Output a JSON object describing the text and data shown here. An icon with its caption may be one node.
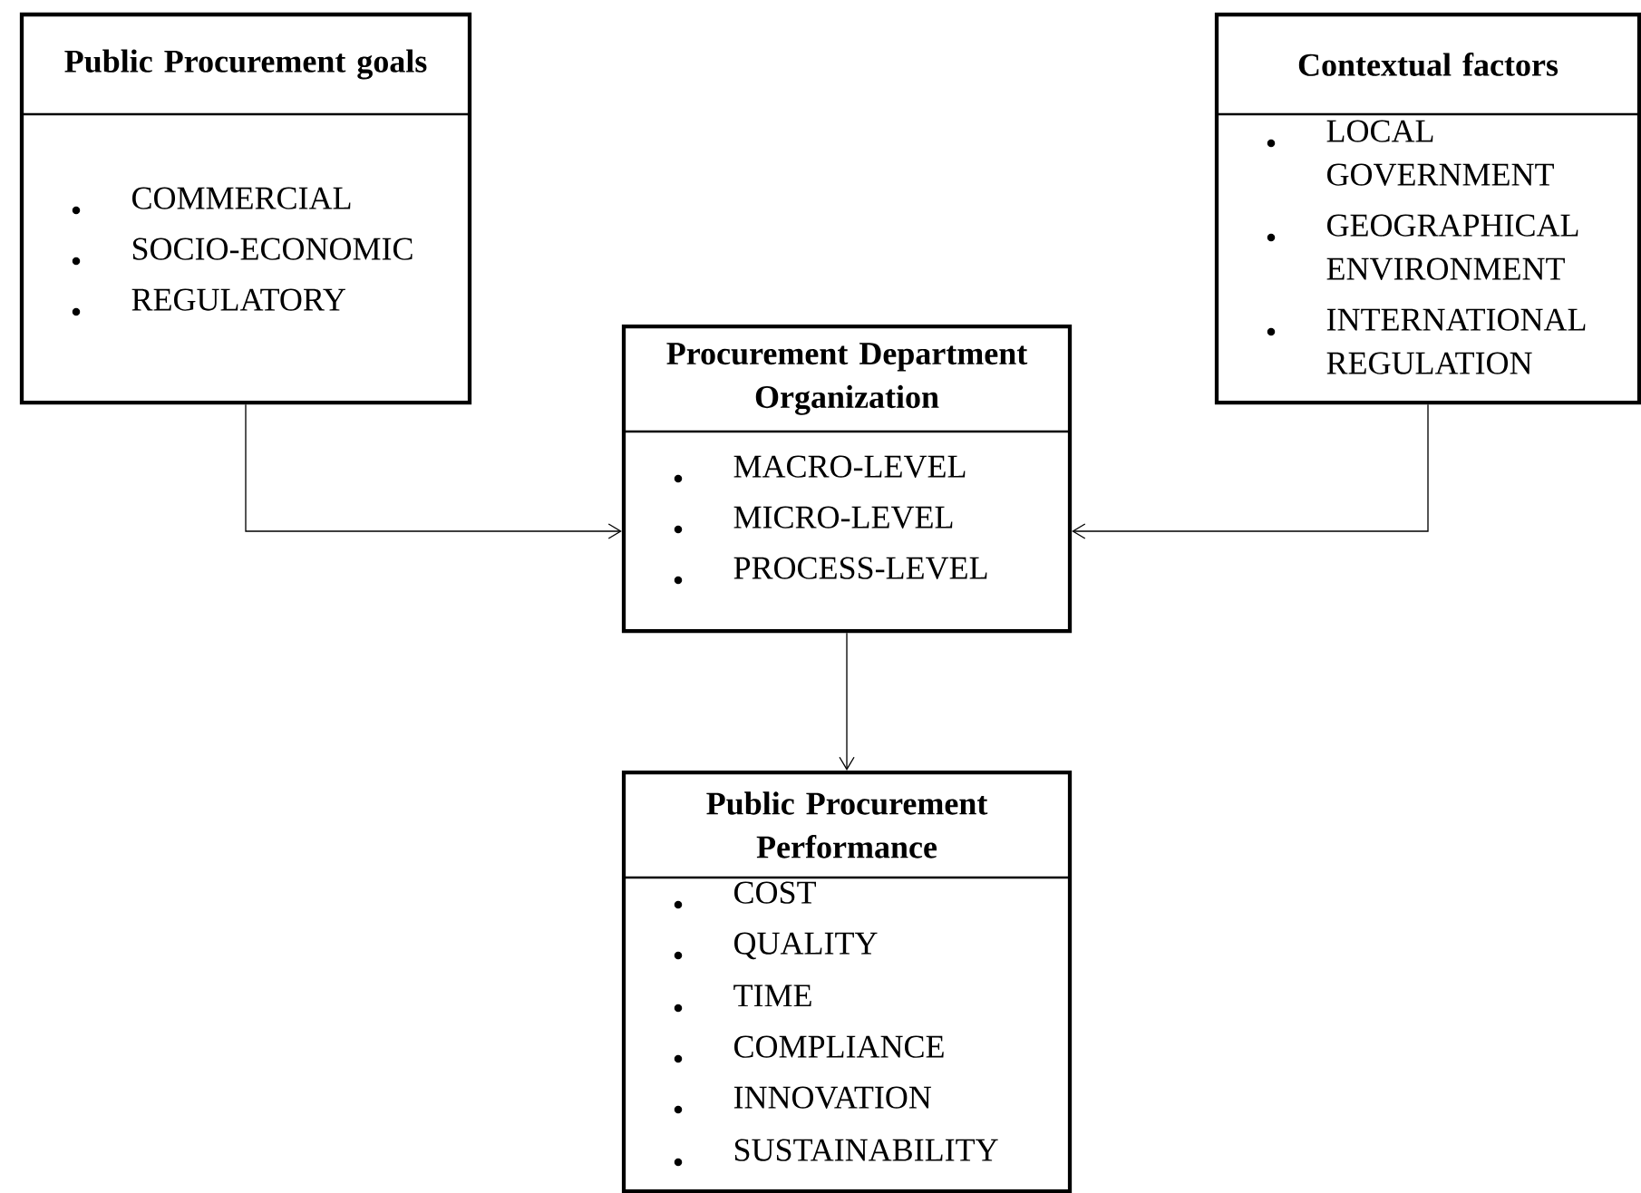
{
  "diagram": {
    "nodes": [
      {
        "text": [
          "Public Procurement goals",
          "COMMERCIAL",
          "SOCIO-ECONOMIC",
          "REGULATORY"
        ]
      },
      {
        "text": [
          "Contextual factors",
          "LOCAL GOVERNMENT",
          "GEOGRAPHICAL ENVIRONMENT",
          "INTERNATIONAL REGULATION"
        ]
      },
      {
        "text": [
          "Procurement Department Organization",
          "MACRO-LEVEL",
          "MICRO-LEVEL",
          "PROCESS-LEVEL"
        ]
      },
      {
        "text": [
          "Public Procurement Performance",
          "COST",
          "QUALITY",
          "TIME",
          "COMPLIANCE",
          "INNOVATION",
          "SUSTAINABILITY"
        ]
      }
    ],
    "edges": [
      {
        "from": 0,
        "to": 2,
        "arrow": "to"
      },
      {
        "from": 1,
        "to": 2,
        "arrow": "to"
      },
      {
        "from": 2,
        "to": 3,
        "arrow": "to"
      }
    ]
  }
}
